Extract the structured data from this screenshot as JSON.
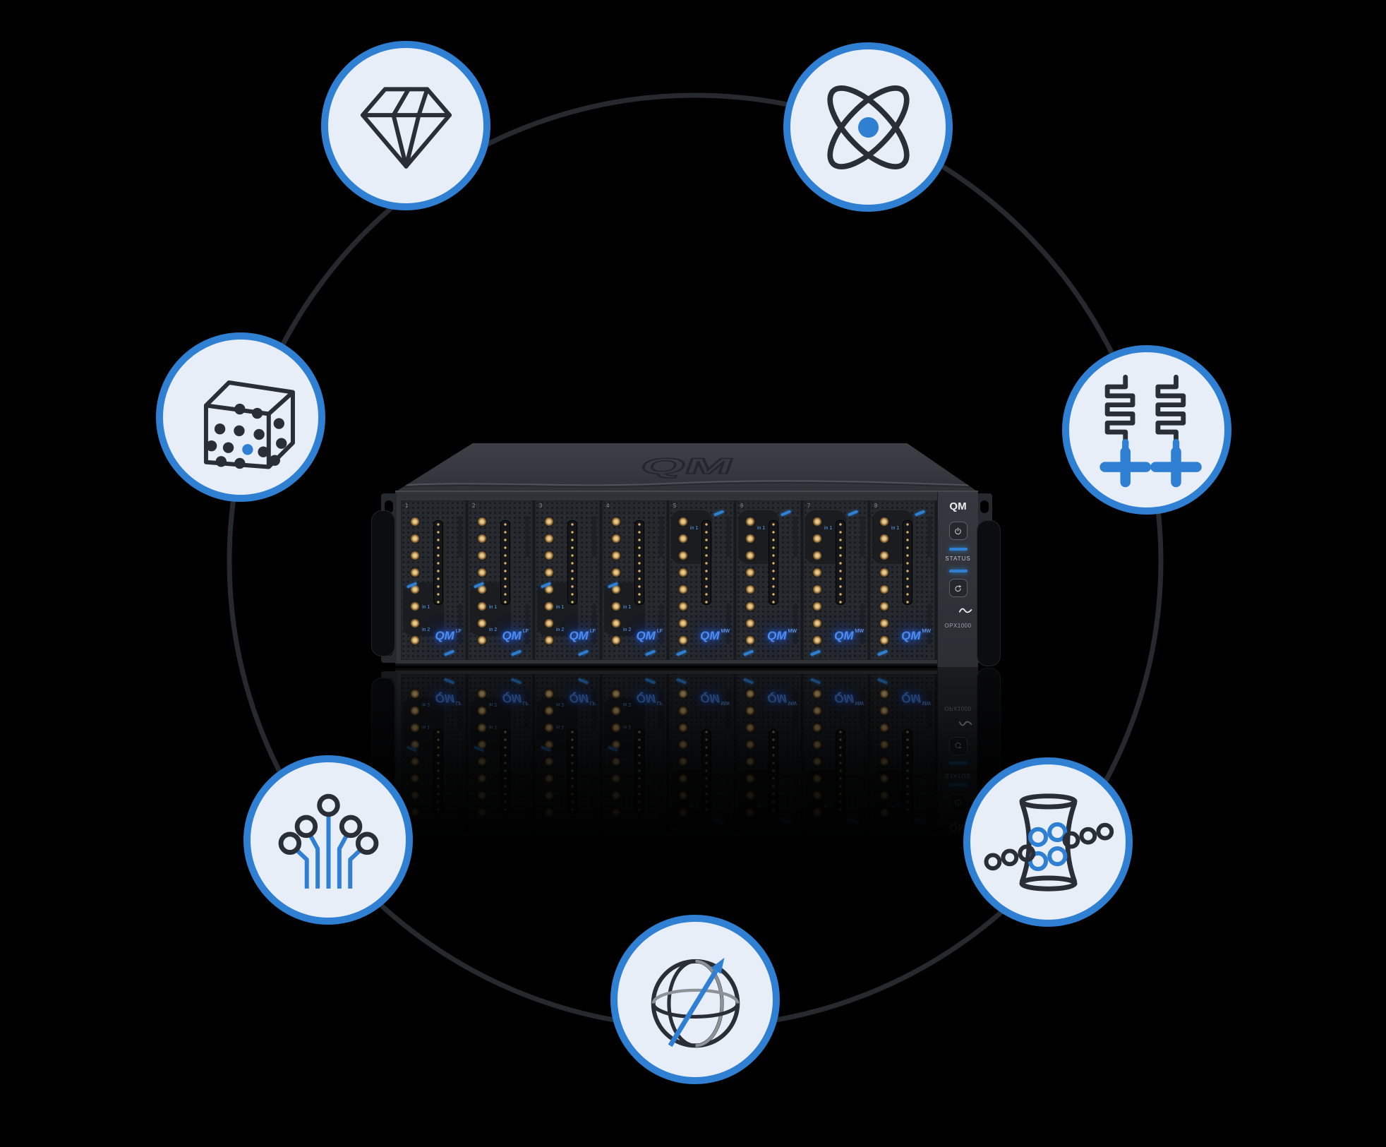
{
  "scene": {
    "background": "#000000",
    "ring_color": "#26292e",
    "accent_blue": "#2f80d2",
    "icon_stroke": "#2a2e36",
    "bubble_fill": "#e8eef8",
    "bubble_border": "#2f80d2"
  },
  "modalities": [
    {
      "name": "diamond-nv-centers",
      "icon": "diamond-icon"
    },
    {
      "name": "neutral-atoms",
      "icon": "atom-icon"
    },
    {
      "name": "solid-state-spins",
      "icon": "doped-crystal-cube-icon"
    },
    {
      "name": "superconducting-circuits",
      "icon": "transmon-resonator-icon"
    },
    {
      "name": "photonic-circuits",
      "icon": "photonic-waveguide-icon"
    },
    {
      "name": "trapped-ions",
      "icon": "ion-trap-icon"
    },
    {
      "name": "qubit-state",
      "icon": "bloch-sphere-icon"
    }
  ],
  "device": {
    "top_logo": "QM",
    "panel_logo": "QM",
    "model": "OPX1000",
    "status_label": "STATUS",
    "module_logo": "QM",
    "in1_label": "in 1",
    "in2_label": "in 2",
    "modules": [
      {
        "number": "1",
        "type": "LF"
      },
      {
        "number": "2",
        "type": "LF"
      },
      {
        "number": "3",
        "type": "LF"
      },
      {
        "number": "4",
        "type": "LF"
      },
      {
        "number": "5",
        "type": "MW"
      },
      {
        "number": "6",
        "type": "MW"
      },
      {
        "number": "7",
        "type": "MW"
      },
      {
        "number": "8",
        "type": "MW"
      }
    ]
  }
}
